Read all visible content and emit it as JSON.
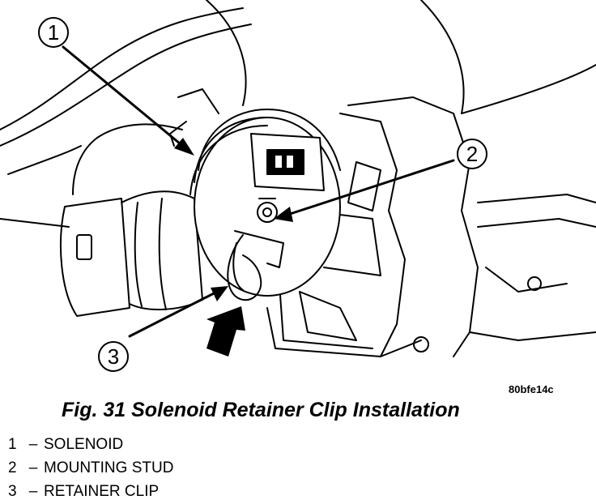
{
  "figure": {
    "image_code": "80bfe14c",
    "caption": "Fig. 31 Solenoid Retainer Clip Installation"
  },
  "callouts": [
    {
      "number": "1"
    },
    {
      "number": "2"
    },
    {
      "number": "3"
    }
  ],
  "legend": [
    {
      "number": "1",
      "separator": "–",
      "label": "SOLENOID"
    },
    {
      "number": "2",
      "separator": "–",
      "label": "MOUNTING STUD"
    },
    {
      "number": "3",
      "separator": "–",
      "label": "RETAINER CLIP"
    }
  ]
}
